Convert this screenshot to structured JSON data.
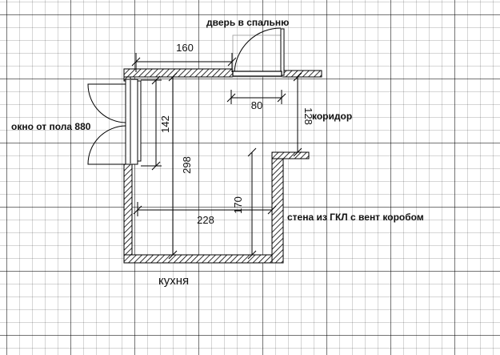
{
  "labels": {
    "bedroom_door": "дверь в спальню",
    "window": "окно от пола 880",
    "corridor": "коридор",
    "drywall_wall": "стена из ГКЛ с вент коробом",
    "kitchen": "кухня"
  },
  "dimensions": {
    "top_wall": "160",
    "door_width": "80",
    "window_height": "142",
    "corridor_opening": "128",
    "room_depth": "298",
    "niche_depth": "170",
    "room_width": "228"
  },
  "colors": {
    "hatch": "#000000",
    "grid_major": "#8a8a8a",
    "grid_minor": "#d6d6d6"
  }
}
